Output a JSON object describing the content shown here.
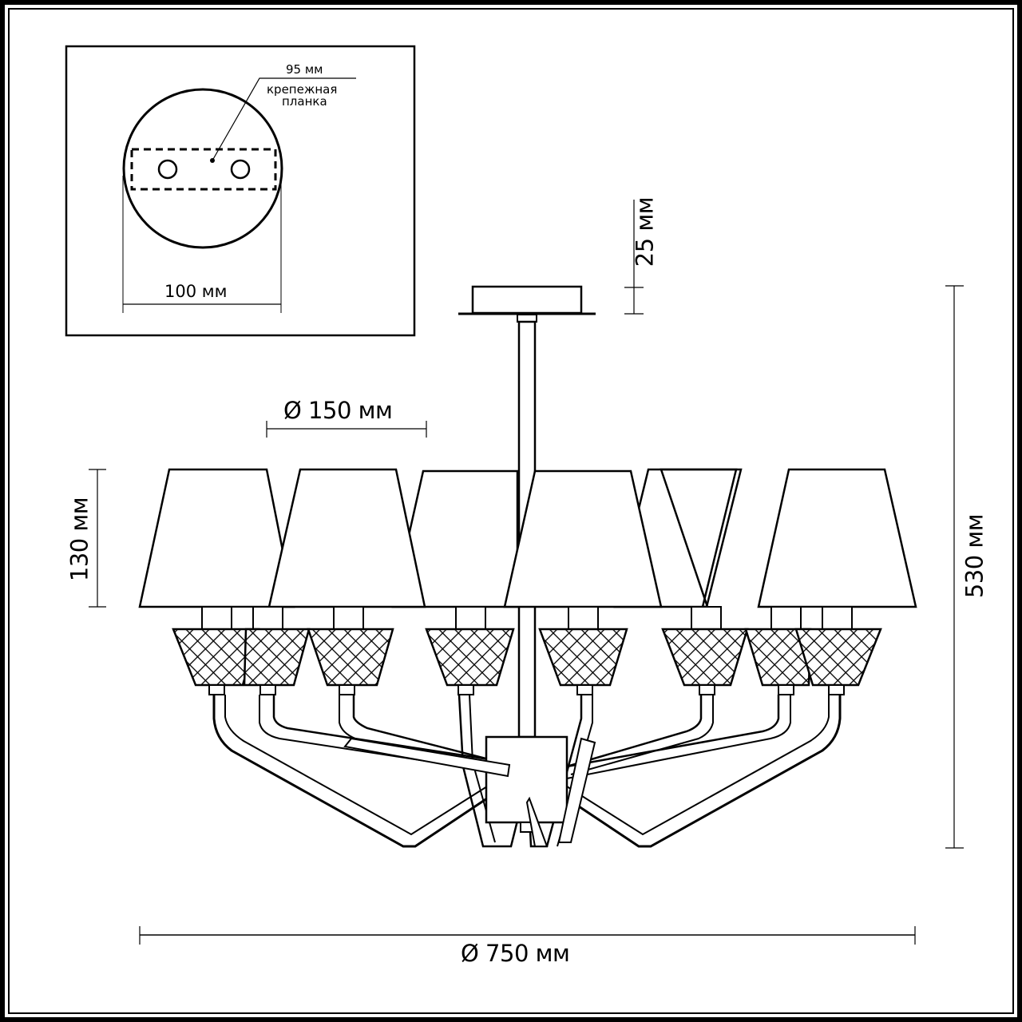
{
  "drawing": {
    "title": "Chandelier dimension drawing",
    "line_color": "#000000",
    "background": "#ffffff"
  },
  "inset": {
    "plate_width_label": "95 мм",
    "plate_name_line1": "крепежная",
    "plate_name_line2": "планка",
    "canopy_diameter_label": "100 мм"
  },
  "dimensions": {
    "canopy_height": "25 мм",
    "total_height": "530 мм",
    "shade_diameter": "Ø 150 мм",
    "shade_height": "130 мм",
    "total_diameter": "Ø 750 мм"
  },
  "fixture": {
    "arm_count": 8,
    "shade_count": 8,
    "shades_x": [
      175,
      338,
      490,
      640,
      790,
      880,
      950,
      1000
    ]
  }
}
